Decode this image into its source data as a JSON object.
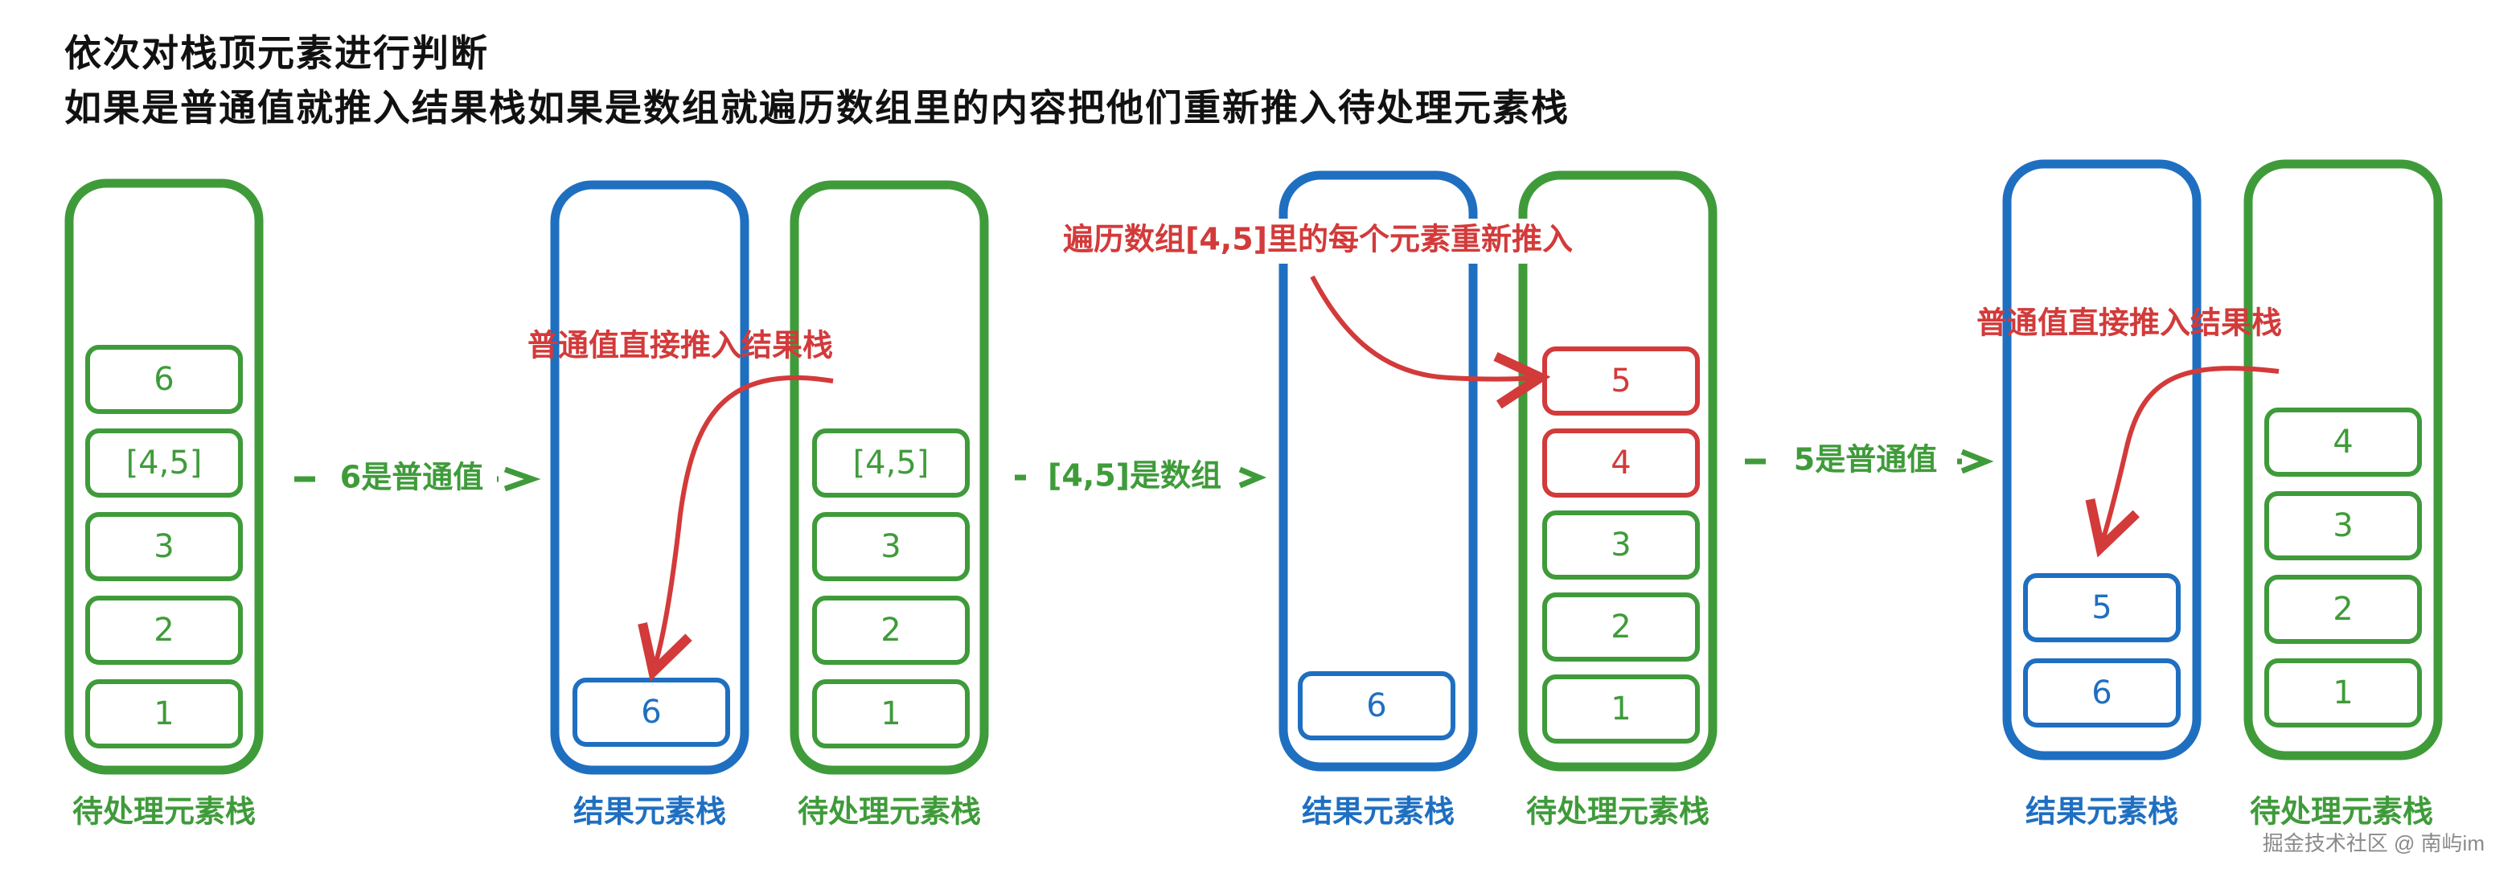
{
  "title": {
    "line1": "依次对栈顶元素进行判断",
    "line2": "如果是普通值就推入结果栈如果是数组就遍历数组里的内容把他们重新推入待处理元素栈"
  },
  "colors": {
    "green": "#3f9b3a",
    "blue": "#1f6fc1",
    "red": "#d33a3a"
  },
  "icons": {
    "arrow_marker": "arrowhead-icon"
  },
  "steps": [
    {
      "pending_label": "待处理元素栈",
      "pending_items": [
        "6",
        "[4,5]",
        "3",
        "2",
        "1"
      ],
      "transition": "6是普通值"
    },
    {
      "result_label": "结果元素栈",
      "result_items": [
        "6"
      ],
      "pending_label": "待处理元素栈",
      "pending_items": [
        "[4,5]",
        "3",
        "2",
        "1"
      ],
      "annotation": "普通值直接推入结果栈",
      "transition": "[4,5]是数组"
    },
    {
      "result_label": "结果元素栈",
      "result_items": [
        "6"
      ],
      "pending_label": "待处理元素栈",
      "pending_items": [
        "5",
        "4",
        "3",
        "2",
        "1"
      ],
      "annotation": "遍历数组[4,5]里的每个元素重新推入",
      "transition": "5是普通值"
    },
    {
      "result_label": "结果元素栈",
      "result_items": [
        "5",
        "6"
      ],
      "pending_label": "待处理元素栈",
      "pending_items": [
        "4",
        "3",
        "2",
        "1"
      ],
      "annotation": "普通值直接推入结果栈"
    }
  ],
  "watermark": "掘金技术社区 @ 南屿im"
}
